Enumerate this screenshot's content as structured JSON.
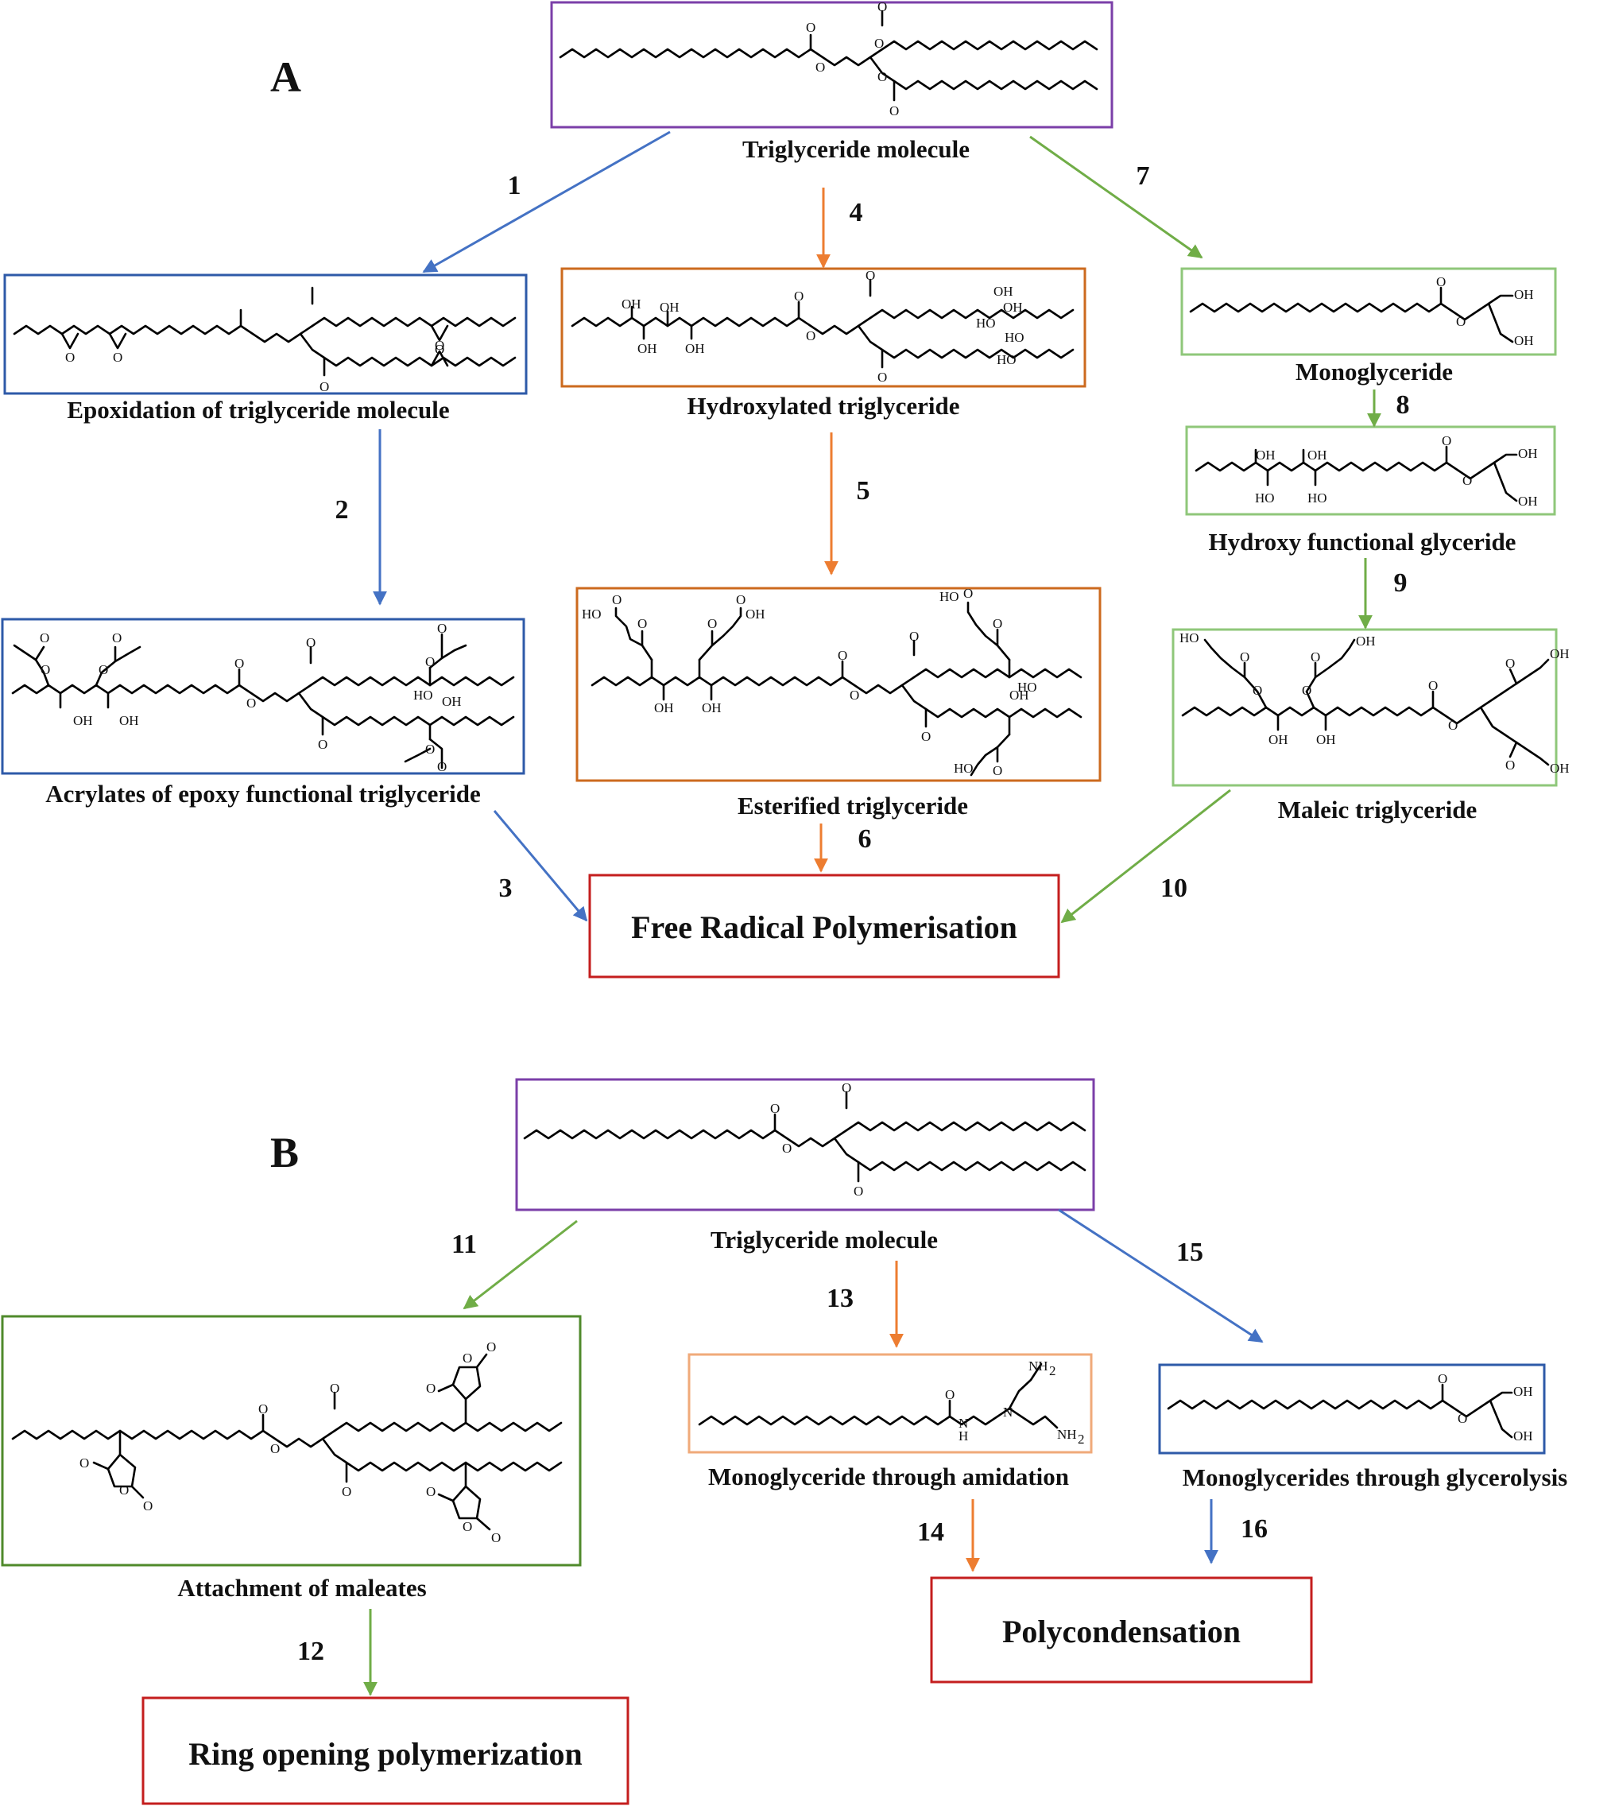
{
  "panels": {
    "a": "A",
    "b": "B"
  },
  "colors": {
    "purple": "#7b3fa8",
    "blue": "#2e5aa8",
    "orange": "#cc6a1e",
    "light_green": "#8fc77a",
    "dark_green": "#4f8a2b",
    "peach": "#f0aa7a",
    "red": "#c41e1e",
    "arrow_blue": "#4472c4",
    "arrow_orange": "#ed7d31",
    "arrow_green": "#70ad47"
  },
  "steps": [
    "1",
    "2",
    "3",
    "4",
    "5",
    "6",
    "7",
    "8",
    "9",
    "10",
    "11",
    "12",
    "13",
    "14",
    "15",
    "16"
  ],
  "panel_a": {
    "start": "Triglyceride molecule",
    "epoxidation": "Epoxidation of triglyceride molecule",
    "acrylates": "Acrylates of epoxy functional triglyceride",
    "hydroxylated": "Hydroxylated triglyceride",
    "esterified": "Esterified triglyceride",
    "monoglyceride": "Monoglyceride",
    "hydroxy_glyceride": "Hydroxy functional glyceride",
    "maleic": "Maleic triglyceride",
    "result": "Free Radical Polymerisation"
  },
  "panel_b": {
    "start": "Triglyceride molecule",
    "maleates": "Attachment of maleates",
    "amidation": "Monoglyceride through amidation",
    "glycerolysis": "Monoglycerides through glycerolysis",
    "result_ring": "Ring opening polymerization",
    "result_poly": "Polycondensation"
  },
  "atoms": {
    "o": "O",
    "oh": "OH",
    "ho": "HO",
    "nh2": "NH",
    "n": "N",
    "h": "H",
    "two": "2"
  }
}
